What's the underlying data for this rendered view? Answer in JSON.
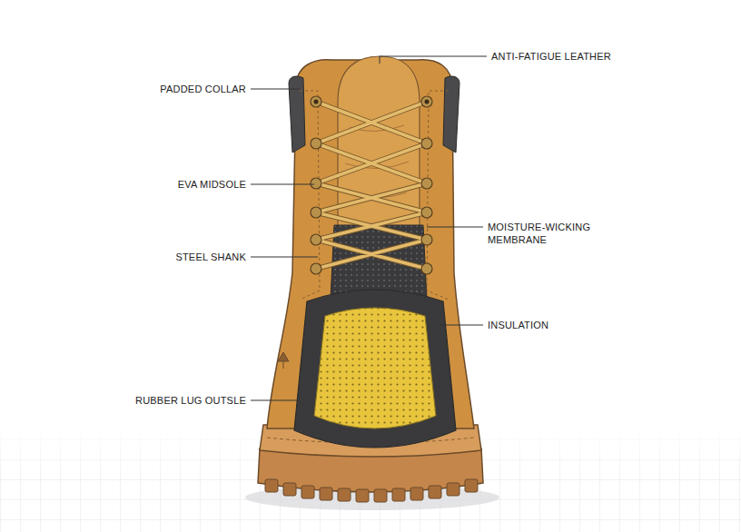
{
  "diagram": {
    "labels": [
      "ANTI-FATIGUE LEATHER",
      "PADDED COLLAR",
      "EVA MIDSOLE",
      "MOISTURE-WICKING MEMBRANE",
      "STEEL SHANK",
      "INSULATION",
      "RUBBER LUG OUTSLE"
    ]
  }
}
